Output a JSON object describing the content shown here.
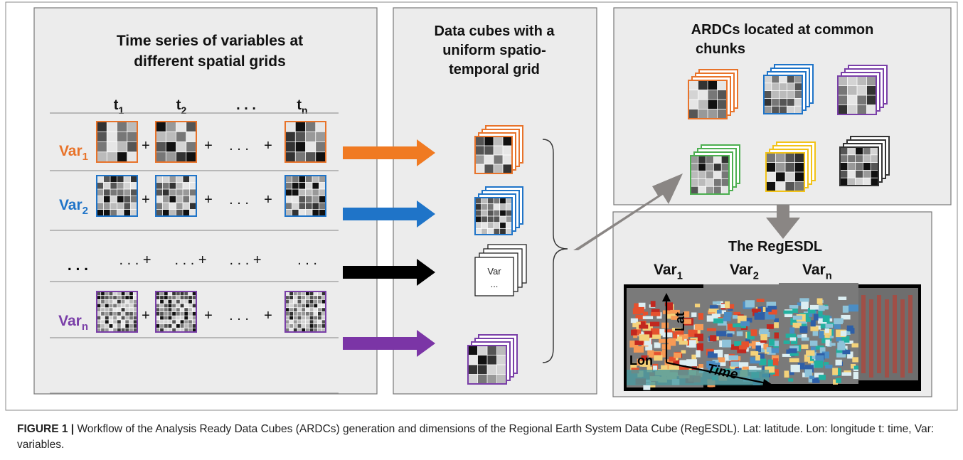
{
  "panels": {
    "time_series": {
      "title_line1": "Time series of variables at",
      "title_line2": "different spatial grids",
      "headers": [
        {
          "base": "t",
          "sub": "1"
        },
        {
          "base": "t",
          "sub": "2"
        },
        {
          "base": ". . .",
          "sub": ""
        },
        {
          "base": "t",
          "sub": "n"
        }
      ],
      "rows": [
        {
          "label_base": "Var",
          "label_sub": "1",
          "color": "#e8732a",
          "type": "grid",
          "seed": 3,
          "n": 4
        },
        {
          "label_base": "Var",
          "label_sub": "2",
          "color": "#1f74c8",
          "type": "grid",
          "seed": 11,
          "n": 6
        },
        {
          "label_base": ". . .",
          "label_sub": "",
          "color": "#000000",
          "type": "dots",
          "cells": [
            ". . . +",
            ". . . +",
            ". . . +",
            ". . ."
          ]
        },
        {
          "label_base": "Var",
          "label_sub": "n",
          "color": "#7a3fa8",
          "type": "grid",
          "seed": 27,
          "n": 10
        }
      ],
      "plus": "+",
      "ellipsis": ". . .",
      "trailing_plus": "+"
    },
    "data_cubes": {
      "title_line1": "Data cubes with a",
      "title_line2": "uniform spatio-",
      "title_line3": "temporal grid",
      "placeholder_line1": "Var",
      "placeholder_line2": "..."
    },
    "ardcs": {
      "title_line1": "ARDCs  located at common",
      "title_line2": "chunks",
      "stack_colors": [
        "#e8732a",
        "#1f74c8",
        "#7a3fa8",
        "#4caf50",
        "#f2c318",
        "#333333"
      ]
    },
    "regesdl": {
      "title": "The RegESDL",
      "var_labels": [
        {
          "base": "Var",
          "sub": "1"
        },
        {
          "base": "Var",
          "sub": "2"
        },
        {
          "base": "Var",
          "sub": "n"
        }
      ],
      "axis_lat": "Lat",
      "axis_lon": "Lon",
      "axis_time": "Time"
    }
  },
  "arrow_colors": [
    "#f07a22",
    "#1f74c8",
    "#000000",
    "#7b35a6"
  ],
  "caption": {
    "label": "FIGURE 1 |",
    "text": " Workflow of the Analysis Ready Data Cubes (ARDCs) generation and dimensions of the Regional Earth System Data Cube (RegESDL). Lat: latitude. Lon: longitude t: time, Var: variables."
  }
}
